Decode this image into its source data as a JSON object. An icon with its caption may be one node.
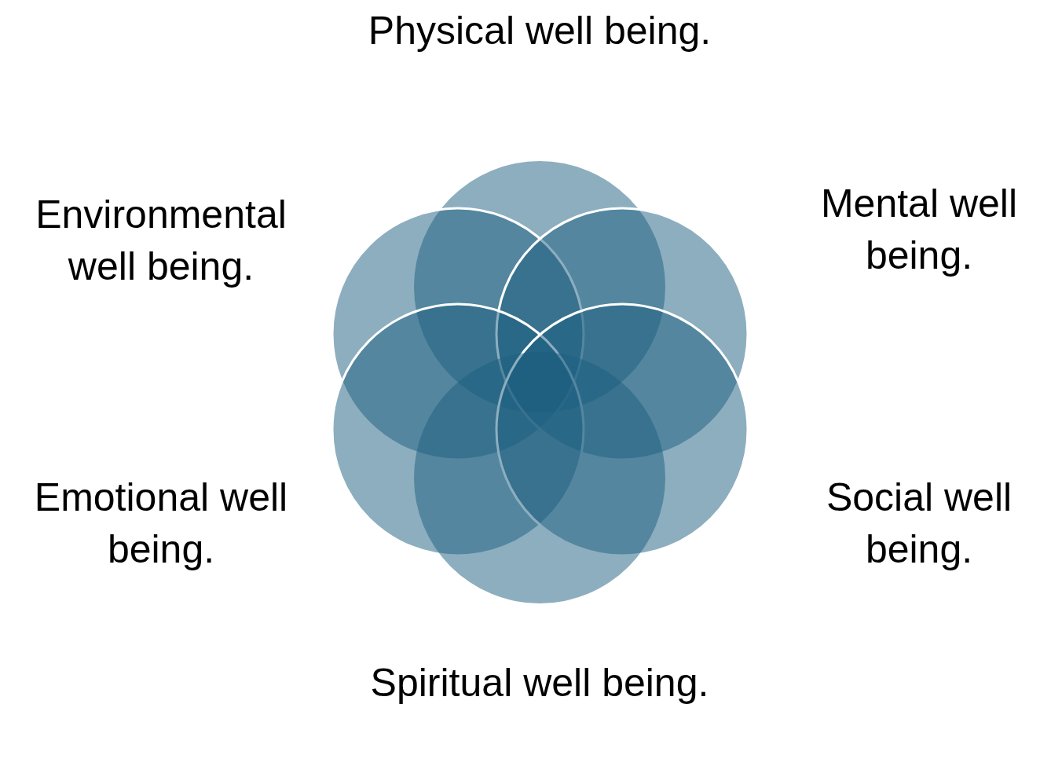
{
  "diagram": {
    "nodes": [
      {
        "text": [],
        "shape": "circle",
        "beside": [
          "Physical well being."
        ]
      },
      {
        "text": [],
        "shape": "circle",
        "beside": [
          "Environmental well being."
        ]
      },
      {
        "text": [],
        "shape": "circle",
        "beside": [
          "Mental well being."
        ]
      },
      {
        "text": [],
        "shape": "circle",
        "beside": [
          "Emotional well being."
        ]
      },
      {
        "text": [],
        "shape": "circle",
        "beside": [
          "Social well being."
        ]
      },
      {
        "text": [],
        "shape": "circle",
        "beside": [
          "Spiritual well being."
        ]
      }
    ]
  }
}
